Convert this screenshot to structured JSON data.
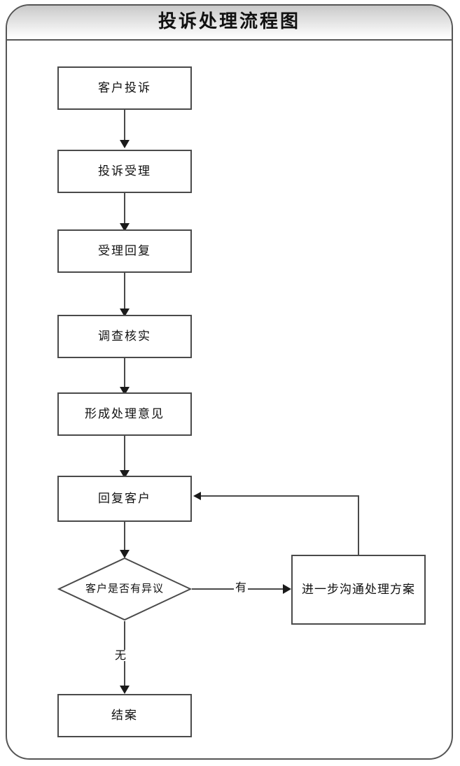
{
  "document": {
    "title": "投诉处理流程图"
  },
  "flowchart": {
    "nodes": [
      {
        "id": "n1",
        "label": "客户投诉",
        "shape": "process"
      },
      {
        "id": "n2",
        "label": "投诉受理",
        "shape": "process"
      },
      {
        "id": "n3",
        "label": "受理回复",
        "shape": "process"
      },
      {
        "id": "n4",
        "label": "调查核实",
        "shape": "process"
      },
      {
        "id": "n5",
        "label": "形成处理意见",
        "shape": "process"
      },
      {
        "id": "n6",
        "label": "回复客户",
        "shape": "process"
      },
      {
        "id": "d1",
        "label": "客户是否有异议",
        "shape": "decision"
      },
      {
        "id": "n7",
        "label": "进一步沟通处理方案",
        "shape": "process"
      },
      {
        "id": "n8",
        "label": "结案",
        "shape": "process"
      }
    ],
    "edges": [
      {
        "from": "n1",
        "to": "n2",
        "label": ""
      },
      {
        "from": "n2",
        "to": "n3",
        "label": ""
      },
      {
        "from": "n3",
        "to": "n4",
        "label": ""
      },
      {
        "from": "n4",
        "to": "n5",
        "label": ""
      },
      {
        "from": "n5",
        "to": "n6",
        "label": ""
      },
      {
        "from": "n6",
        "to": "d1",
        "label": ""
      },
      {
        "from": "d1",
        "to": "n7",
        "label": "有"
      },
      {
        "from": "d1",
        "to": "n8",
        "label": "无"
      },
      {
        "from": "n7",
        "to": "n6",
        "label": ""
      }
    ],
    "edge_labels": {
      "yes": "有",
      "no": "无"
    },
    "colors": {
      "node_border": "#4a4a4a",
      "node_fill": "#ffffff",
      "connector": "#4a4a4a",
      "arrowhead": "#1a1a1a",
      "frame_border": "#555555",
      "title_text": "#111111"
    }
  }
}
